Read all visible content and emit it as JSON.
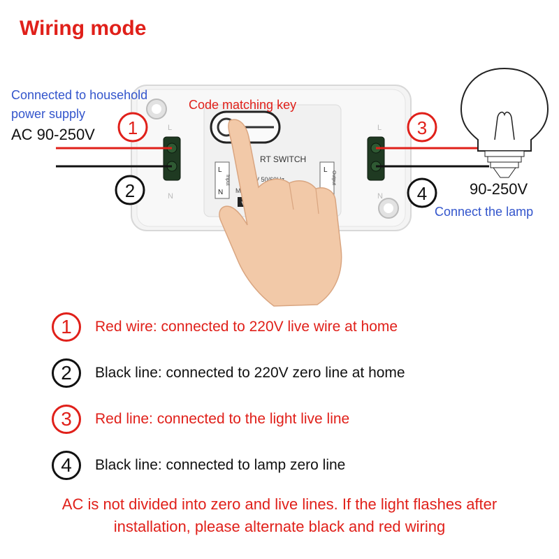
{
  "title": "Wiring mode",
  "source": {
    "line1": "Connected to household",
    "line2": "power supply",
    "voltage": "AC 90-250V"
  },
  "key_label": "Code matching key",
  "device": {
    "label": "RT SWITCH",
    "input_label": "Input",
    "output_label": "Output",
    "spec": "V 50/60Hz",
    "maxload": "Maxloa"
  },
  "lamp": {
    "voltage": "90-250V",
    "label": "Connect the lamp"
  },
  "markers": [
    "1",
    "2",
    "3",
    "4"
  ],
  "legend": [
    {
      "num": "1",
      "text": "Red wire: connected to 220V live wire at home",
      "color": "#e0201a"
    },
    {
      "num": "2",
      "text": "Black line: connected to 220V zero line at home",
      "color": "#111111"
    },
    {
      "num": "3",
      "text": "Red line: connected to the light live line",
      "color": "#e0201a"
    },
    {
      "num": "4",
      "text": "Black line: connected to lamp zero line",
      "color": "#111111"
    }
  ],
  "note": {
    "line1": "AC is not divided into zero and live lines. If the light flashes after",
    "line2": "installation, please alternate black and red wiring"
  },
  "colors": {
    "accent_red": "#e0201a",
    "label_blue": "#3355cc",
    "wire_red": "#e0201a",
    "wire_black": "#111111"
  }
}
